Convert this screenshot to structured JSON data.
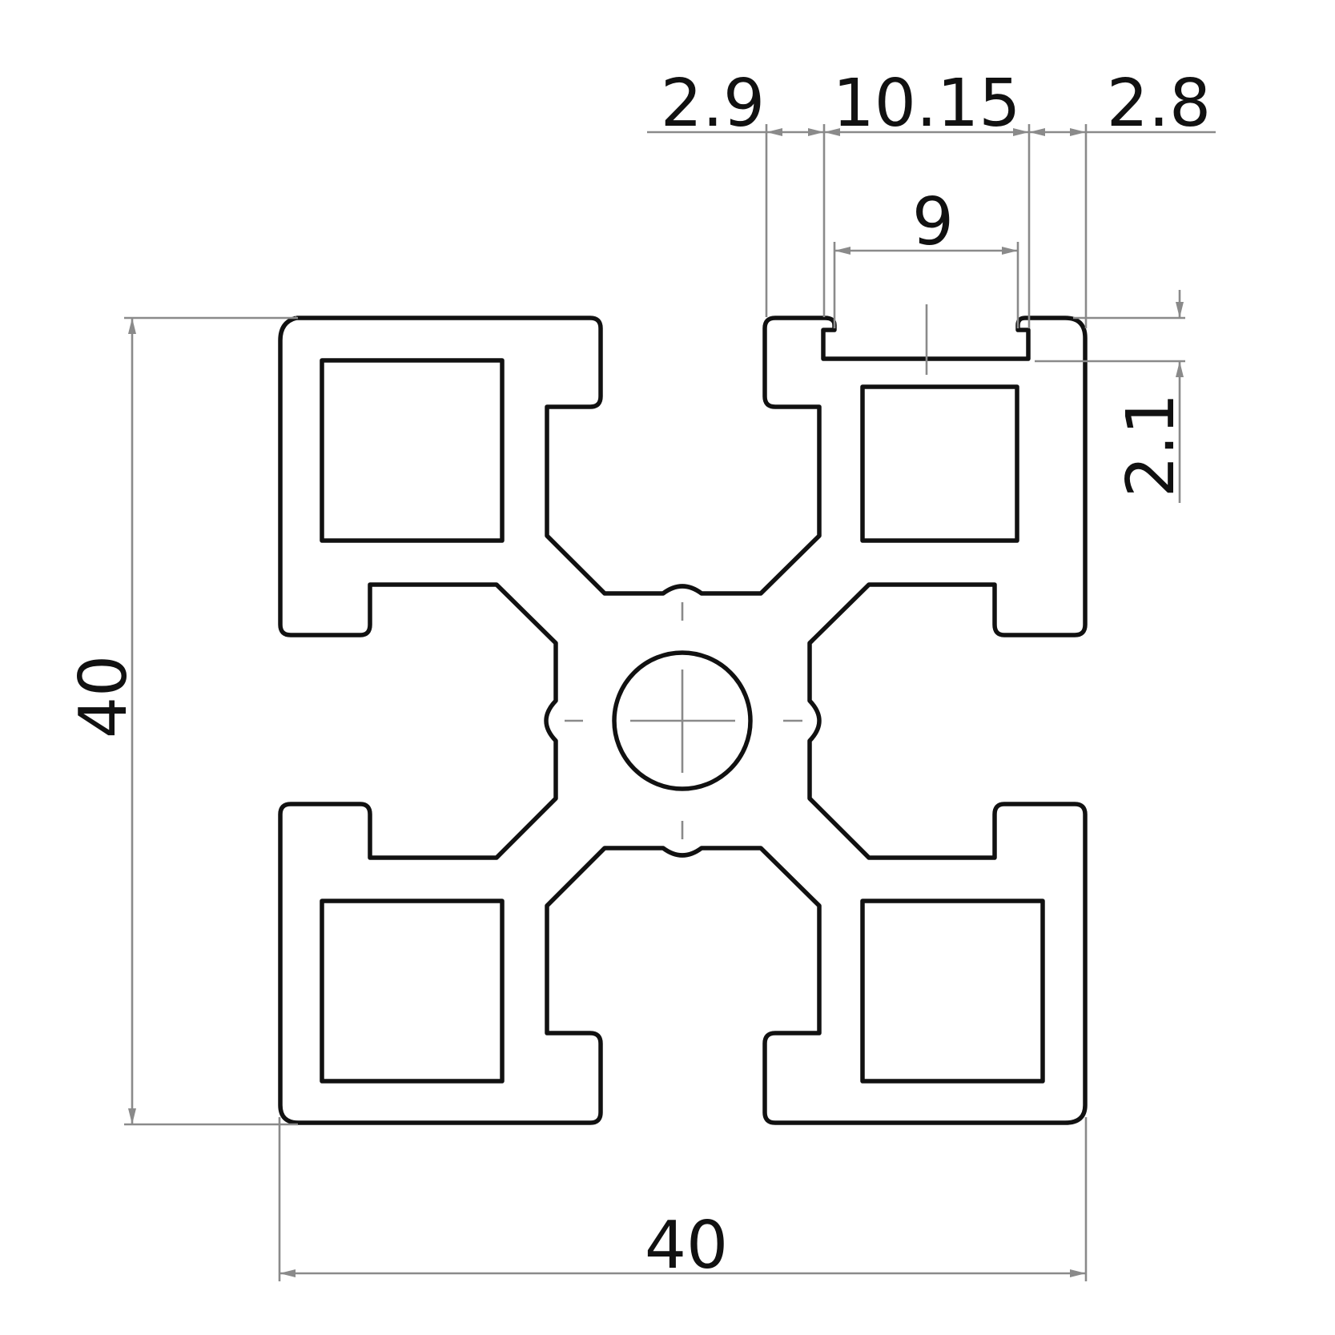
{
  "dimensions": {
    "slot_edge_left": "2.9",
    "slot_outer_width": "10.15",
    "slot_edge_right": "2.8",
    "slot_opening": "9",
    "lip_thickness": "2.1",
    "overall_height": "40",
    "overall_width": "40"
  },
  "colors": {
    "outline": "#111111",
    "dimension_lines": "#8a8a8a",
    "background": "#ffffff"
  }
}
